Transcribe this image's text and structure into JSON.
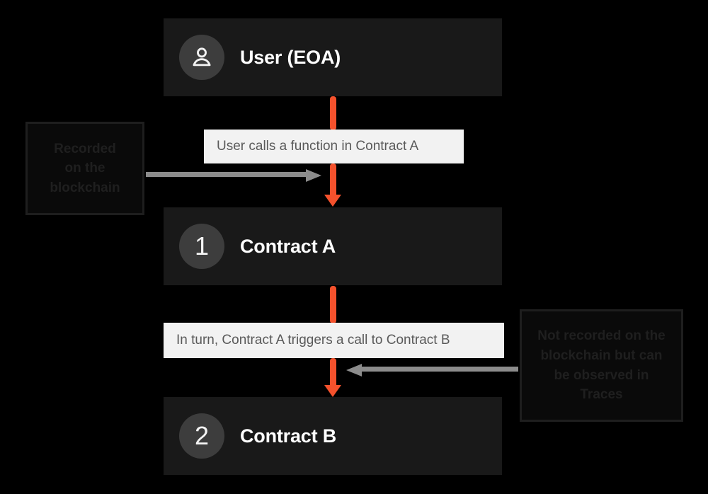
{
  "diagram": {
    "background_color": "#000000",
    "accent_color": "#f4512c",
    "node_color": "#191919",
    "caption_color": "#f2f2f2",
    "connector_color": "#8c8c8c"
  },
  "nodes": [
    {
      "id": "user",
      "label": "User (EOA)",
      "badge_type": "person-icon",
      "badge_text": ""
    },
    {
      "id": "contract-a",
      "label": "Contract A",
      "badge_type": "number",
      "badge_text": "1"
    },
    {
      "id": "contract-b",
      "label": "Contract B",
      "badge_type": "number",
      "badge_text": "2"
    }
  ],
  "captions": [
    {
      "id": "caption-1",
      "text": "User calls a function in Contract A"
    },
    {
      "id": "caption-2",
      "text": "In turn, Contract A triggers a call to Contract B"
    }
  ],
  "annotations": {
    "left": {
      "lines": [
        "Recorded",
        "on the",
        "blockchain"
      ],
      "full_text": "Recorded on the blockchain"
    },
    "right": {
      "lines": [
        "Not recorded on the",
        "blockchain but can",
        "be observed in",
        "Traces"
      ],
      "full_text": "Not recorded on the blockchain but can be observed in Traces"
    }
  }
}
